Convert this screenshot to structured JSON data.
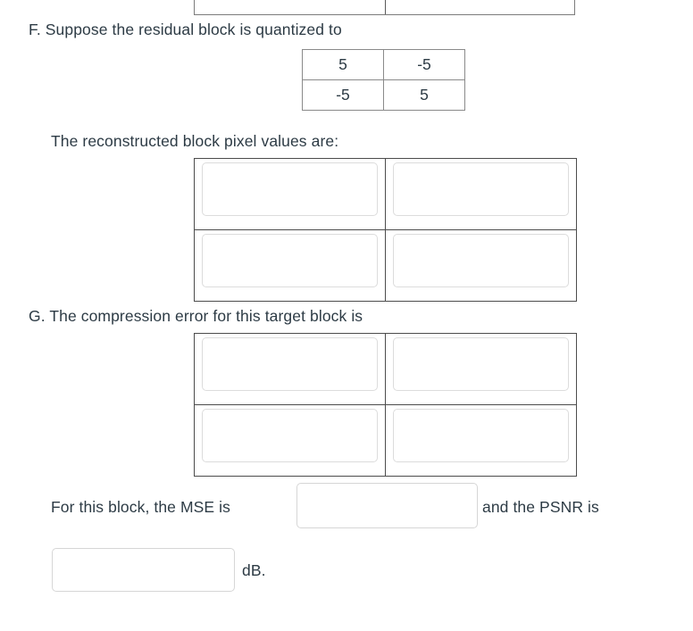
{
  "question": {
    "part_f": {
      "label": "F. Suppose the residual block is quantized to",
      "quantized_block": {
        "rows": [
          [
            "5",
            "-5"
          ],
          [
            "-5",
            "5"
          ]
        ]
      },
      "reconstructed_prompt": "The reconstructed block pixel values are:",
      "reconstructed_block": {
        "cells": [
          {
            "name": "recon-r0c0",
            "value": "",
            "placeholder": ""
          },
          {
            "name": "recon-r0c1",
            "value": "",
            "placeholder": ""
          },
          {
            "name": "recon-r1c0",
            "value": "",
            "placeholder": ""
          },
          {
            "name": "recon-r1c1",
            "value": "",
            "placeholder": ""
          }
        ]
      }
    },
    "part_g": {
      "label": "G. The compression error for this target block is",
      "error_block": {
        "cells": [
          {
            "name": "error-r0c0",
            "value": "",
            "placeholder": ""
          },
          {
            "name": "error-r0c1",
            "value": "",
            "placeholder": ""
          },
          {
            "name": "error-r1c0",
            "value": "",
            "placeholder": ""
          },
          {
            "name": "error-r1c1",
            "value": "",
            "placeholder": ""
          }
        ]
      },
      "mse_prefix": "For this block, the MSE is",
      "mse_value": "",
      "mse_placeholder": "",
      "psnr_prefix": "and the PSNR is",
      "psnr_value": "",
      "psnr_placeholder": "",
      "psnr_unit": "dB."
    }
  },
  "colors": {
    "text": "#2D3B45",
    "table_border": "#4c4c4c",
    "input_border": "#dcdcdc",
    "background": "#ffffff"
  }
}
